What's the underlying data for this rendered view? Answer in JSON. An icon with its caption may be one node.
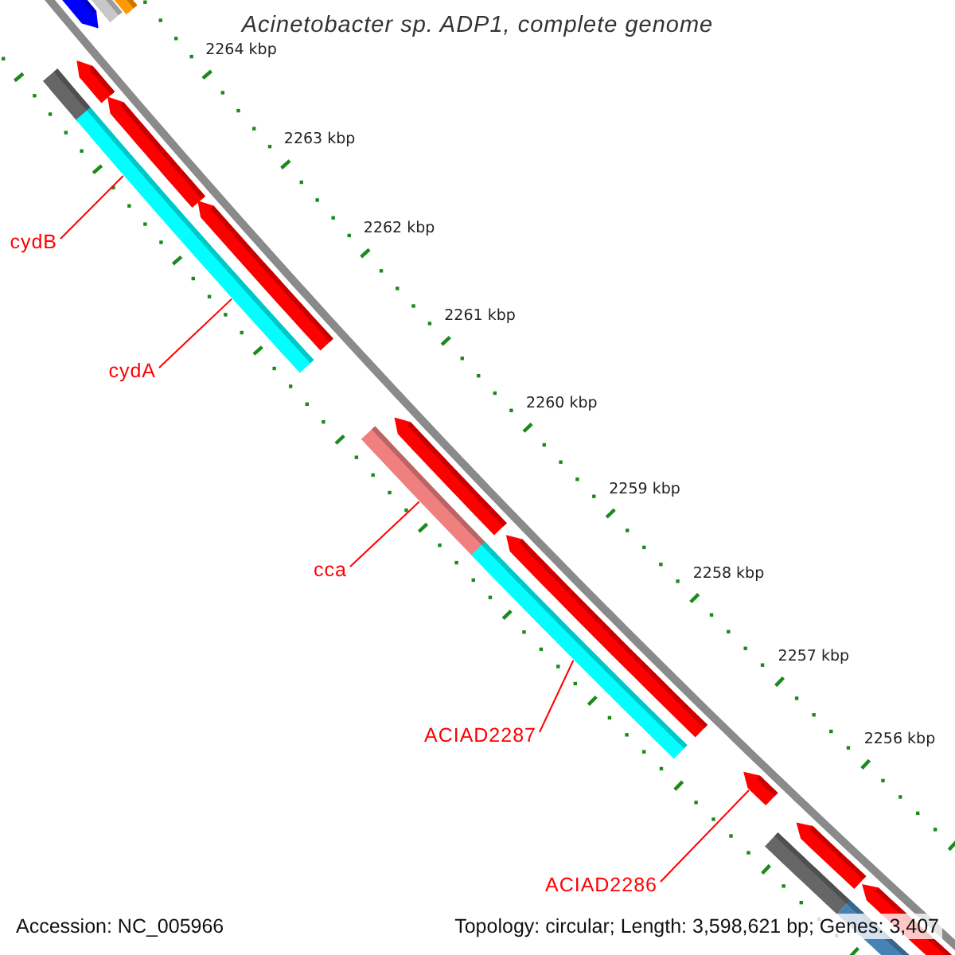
{
  "diagram": {
    "title": "Acinetobacter sp. ADP1, complete genome",
    "nodes": [
      {
        "text": [
          "cydB"
        ]
      },
      {
        "text": [
          "cydA"
        ]
      },
      {
        "text": [
          "cca"
        ]
      },
      {
        "text": [
          "ACIAD2287"
        ]
      },
      {
        "text": [
          "ACIAD2286"
        ]
      },
      {
        "text": [],
        "shape": "bar"
      },
      {
        "text": [],
        "shape": "bar"
      },
      {
        "text": [],
        "shape": "bar"
      },
      {
        "text": [],
        "shape": "bar"
      },
      {
        "text": [],
        "shape": "bar"
      }
    ],
    "edges": [
      {
        "from": 0,
        "to": 5,
        "arrow": "none"
      },
      {
        "from": 1,
        "to": 6,
        "arrow": "none"
      },
      {
        "from": 2,
        "to": 7,
        "arrow": "none"
      },
      {
        "from": 3,
        "to": 8,
        "arrow": "none"
      },
      {
        "from": 4,
        "to": 9,
        "arrow": "none"
      }
    ],
    "labels": [
      "2264 kbp",
      "2263 kbp",
      "2262 kbp",
      "2261 kbp",
      "2260 kbp",
      "2259 kbp",
      "2258 kbp",
      "2257 kbp",
      "2256 kbp",
      "Accession: NC_005966",
      "Topology: circular; Length: 3,598,621 bp; Genes: 3,407"
    ]
  }
}
